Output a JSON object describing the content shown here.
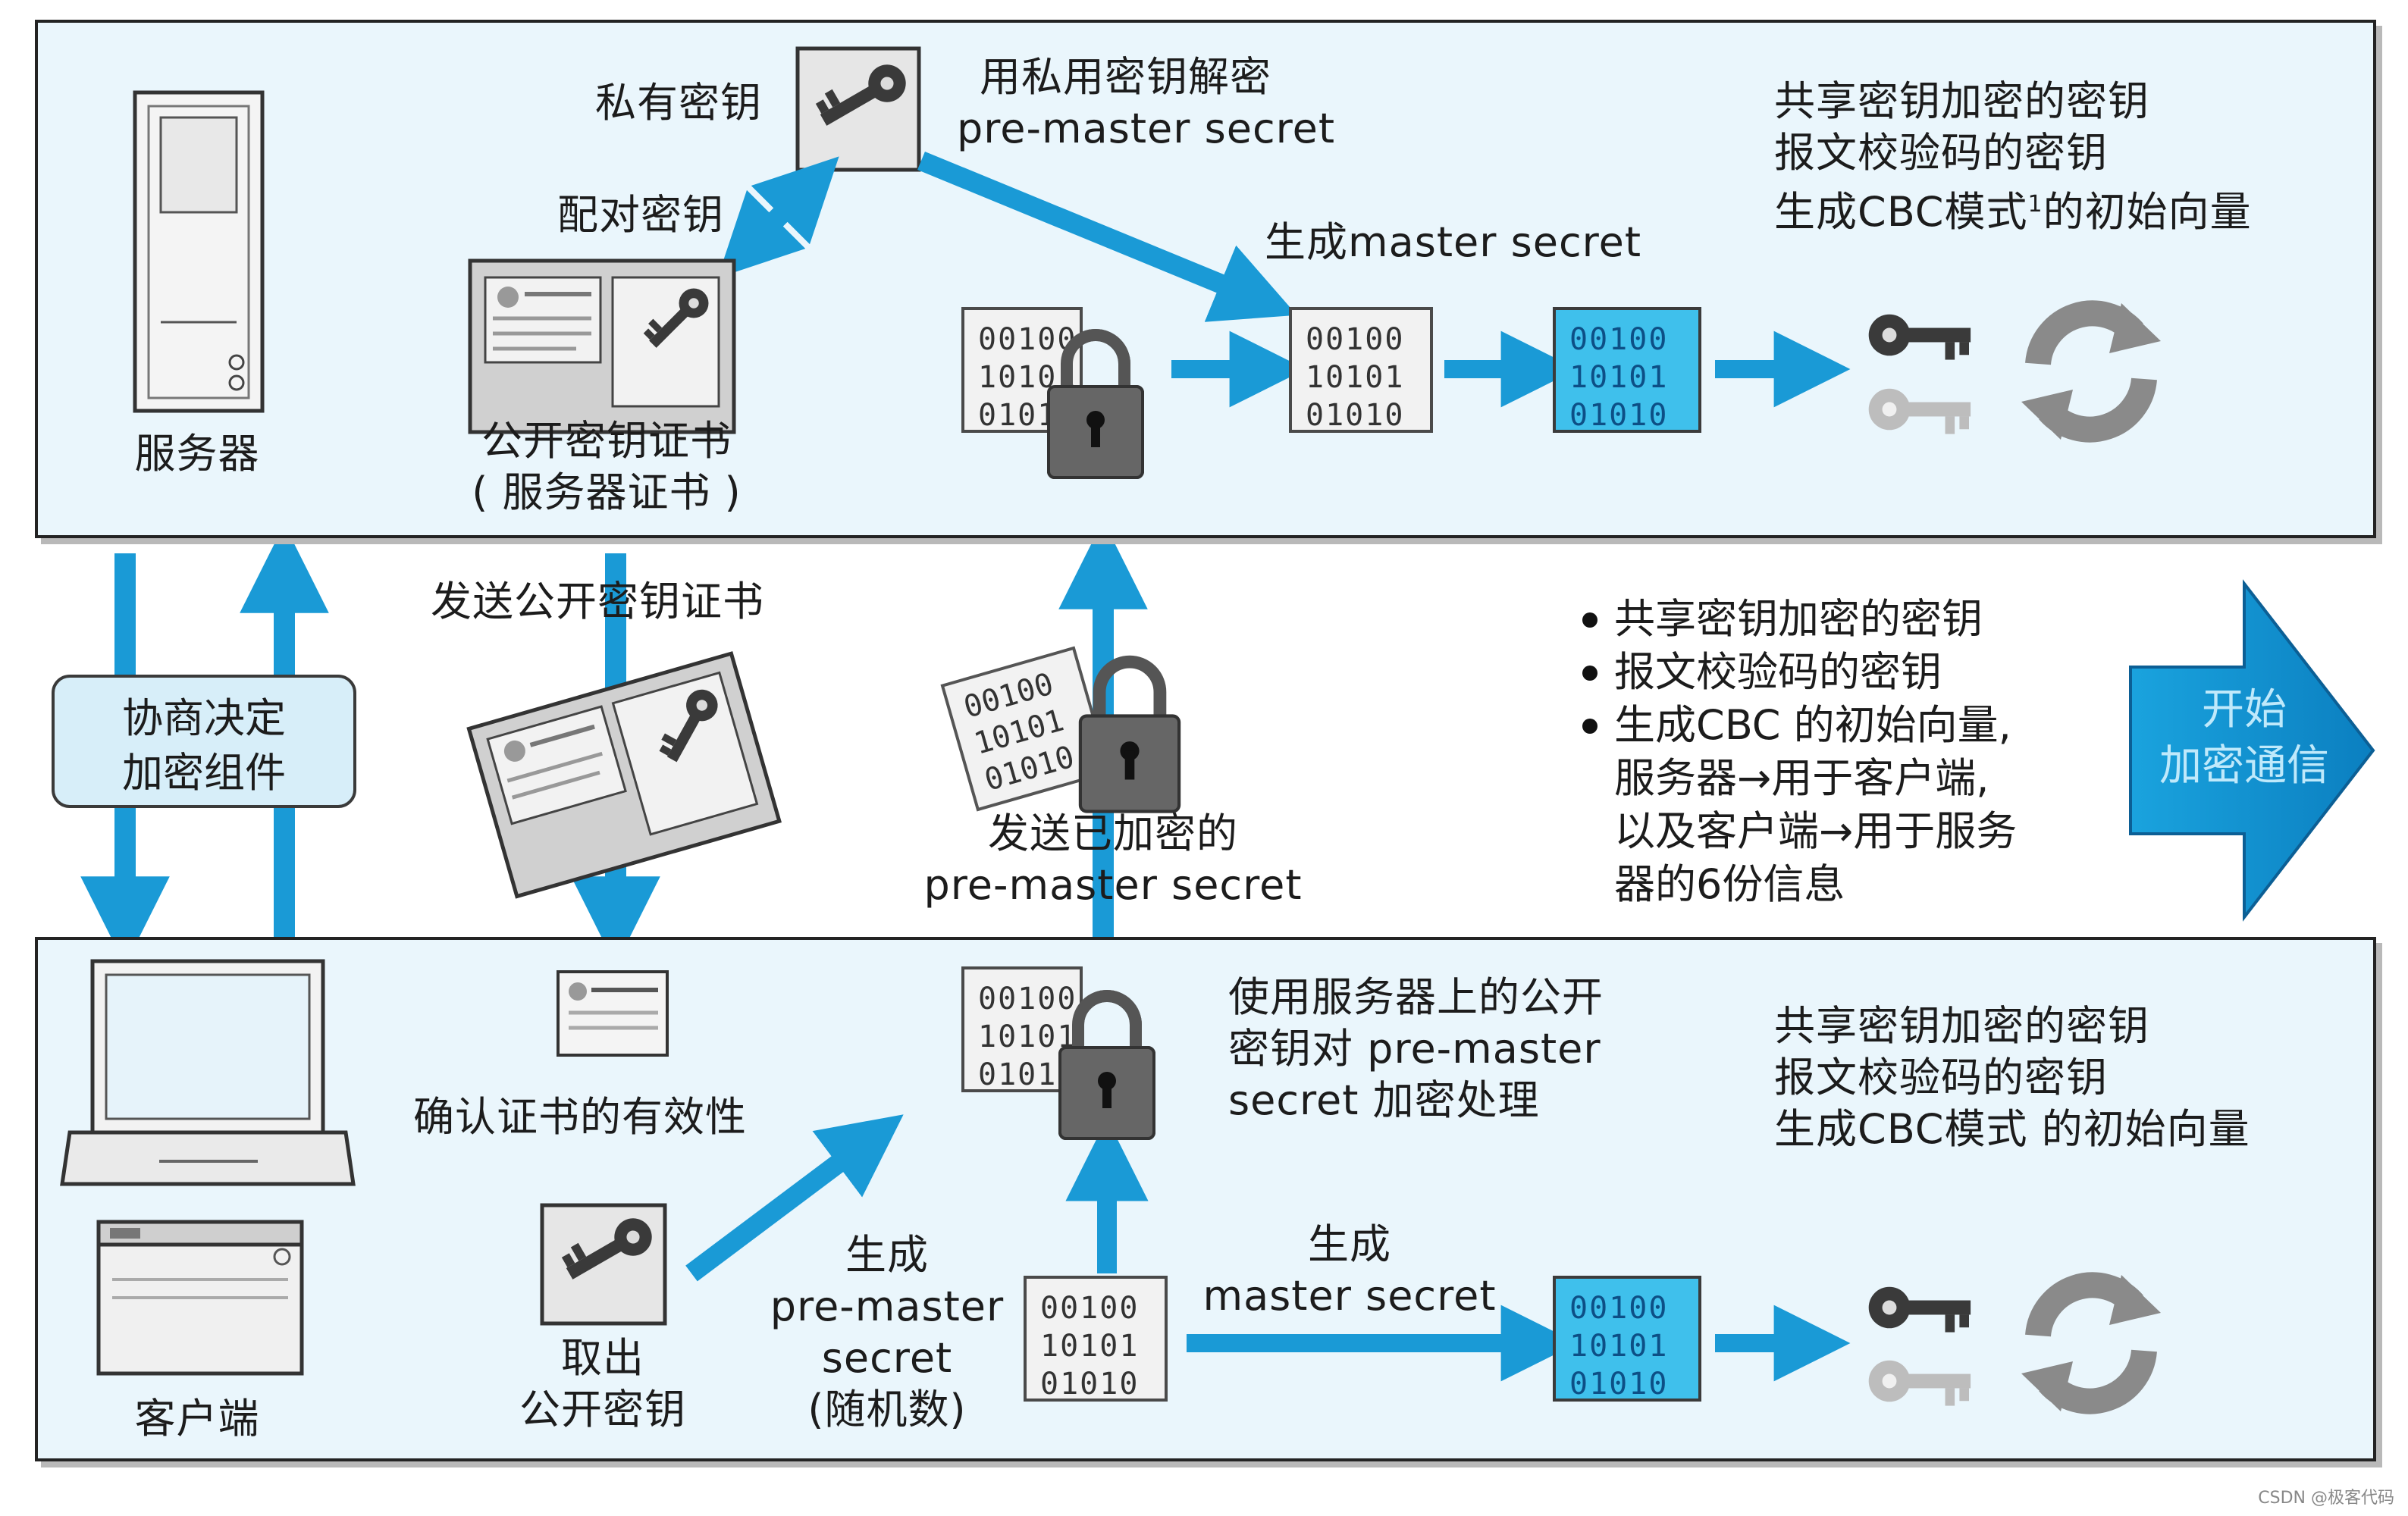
{
  "server_panel": {
    "server_label": "服务器",
    "private_key_label": "私有密钥",
    "pair_key_label": "配对密钥",
    "decrypt_label": [
      "用私用密钥解密",
      "pre-master secret"
    ],
    "cert_label": [
      "公开密钥证书",
      "( 服务器证书 )"
    ],
    "master_secret_label": "生成master secret",
    "keys_label": [
      "共享密钥加密的密钥",
      "报文校验码的密钥"
    ],
    "keys_label_cbc": "生成CBC模式",
    "keys_label_sup": "1",
    "keys_label_end": "的初始向量",
    "binary_dim": [
      "00100",
      "10101",
      "01010"
    ],
    "binary_blue": [
      "00100",
      "10101",
      "01010"
    ]
  },
  "middle": {
    "negotiate_label": [
      "协商决定",
      "加密组件"
    ],
    "send_cert_label": "发送公开密钥证书",
    "send_premaster_label": [
      "发送已加密的",
      "pre-master secret"
    ],
    "bullets": [
      {
        "text": "共享密钥加密的密钥",
        "cont": []
      },
      {
        "text": "报文校验码的密钥",
        "cont": []
      },
      {
        "text": "生成CBC 的初始向量,",
        "cont": [
          "服务器→用于客户端,",
          "以及客户端→用于服务",
          "器的6份信息"
        ]
      }
    ],
    "start_label": [
      "开始",
      "加密通信"
    ],
    "binary_enc": [
      "00100",
      "10101",
      "01010"
    ]
  },
  "client_panel": {
    "client_label": "客户端",
    "verify_label": "确认证书的有效性",
    "extract_label": [
      "取出",
      "公开密钥"
    ],
    "gen_premaster_label": [
      "生成",
      "pre-master",
      "secret",
      "(随机数)"
    ],
    "encrypt_label": [
      "使用服务器上的公开",
      "密钥对 pre-master",
      "secret 加密处理"
    ],
    "gen_master_label": [
      "生成",
      "master secret"
    ],
    "keys_label": [
      "共享密钥加密的密钥",
      "报文校验码的密钥",
      "生成CBC模式 的初始向量"
    ],
    "binary_plain": [
      "00100",
      "10101",
      "01010"
    ],
    "binary_blue": [
      "00100",
      "10101",
      "01010"
    ]
  },
  "credit": "CSDN @极客代码",
  "colors": {
    "arrow": "#1a9ad6",
    "panel": "#eaf6fc",
    "binary_blue": "#3fc0ec",
    "start_arrow": "#1aa3de"
  }
}
